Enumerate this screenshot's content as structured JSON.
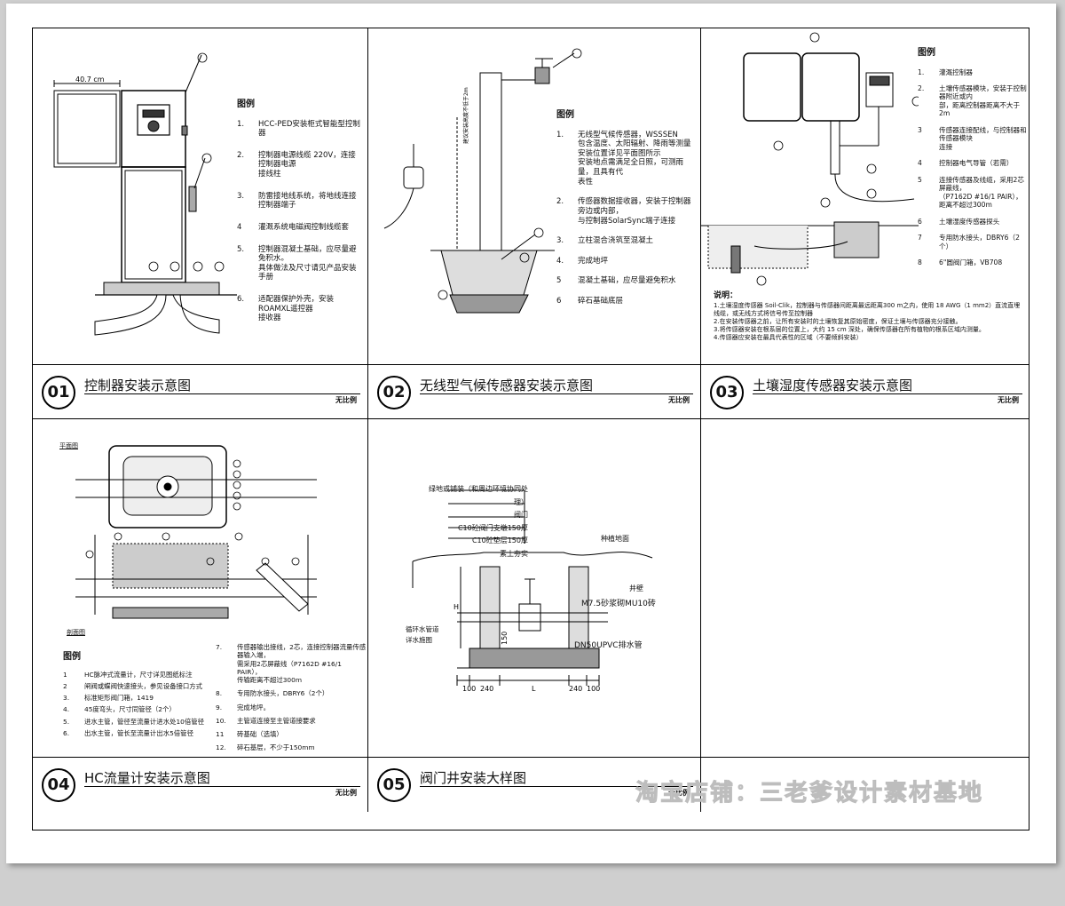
{
  "panels": [
    {
      "id": "01",
      "title": "控制器安装示意图",
      "scale": "无比例"
    },
    {
      "id": "02",
      "title": "无线型气候传感器安装示意图",
      "scale": "无比例"
    },
    {
      "id": "03",
      "title": "土壤湿度传感器安装示意图",
      "scale": "无比例"
    },
    {
      "id": "04",
      "title": "HC流量计安装示意图",
      "scale": "无比例"
    },
    {
      "id": "05",
      "title": "阀门井安装大样图",
      "scale": "无比例"
    }
  ],
  "p1": {
    "dimension": "40.7 cm",
    "legend_title": "图例",
    "items": [
      {
        "n": "1.",
        "t": "HCC-PED安装柜式智能型控制器"
      },
      {
        "n": "2.",
        "t": "控制器电源线缆 220V，连接控制器电源\n接线柱"
      },
      {
        "n": "3.",
        "t": "防雷接地线系统，将地线连接控制器端子"
      },
      {
        "n": "4",
        "t": "灌溉系统电磁阀控制线缆套"
      },
      {
        "n": "5.",
        "t": "控制器混凝土基础，应尽量避免积水。\n具体做法及尺寸请见产品安装手册"
      },
      {
        "n": "6.",
        "t": "适配器保护外壳，安装ROAMXL遥控器\n接收器"
      }
    ]
  },
  "p2": {
    "legend_title": "图例",
    "pole_text": "建议安装高度不低于2m",
    "items": [
      {
        "n": "1.",
        "t": "无线型气候传感器，WSSSEN\n包含温度、太阳辐射、降雨等测量\n安装位置详见平面图所示\n安装地点需满足全日照，可测雨量，且具有代\n表性"
      },
      {
        "n": "2.",
        "t": "传感器数据接收器，安装于控制器旁边或内部，\n与控制器SolarSync端子连接"
      },
      {
        "n": "3.",
        "t": "立柱混合浇筑至混凝土"
      },
      {
        "n": "4.",
        "t": "完成地坪"
      },
      {
        "n": "5",
        "t": "混凝土基础，应尽量避免积水"
      },
      {
        "n": "6",
        "t": "碎石基础底层"
      }
    ]
  },
  "p3": {
    "legend_title": "图例",
    "items": [
      {
        "n": "1.",
        "t": "灌溉控制器"
      },
      {
        "n": "2.",
        "t": "土壤传感器模块，安装于控制器附近或内\n部，距离控制器距离不大于2m"
      },
      {
        "n": "3",
        "t": "传感器连接配线，与控制器和传感器模块\n连接"
      },
      {
        "n": "4",
        "t": "控制器电气导管（若需）"
      },
      {
        "n": "5",
        "t": "连接传感器及线缆，采用2芯屏蔽线，\n（P7162D #16/1 PAIR），\n距离不超过300m"
      },
      {
        "n": "6",
        "t": "土壤湿度传感器探头"
      },
      {
        "n": "7",
        "t": "专用防水接头，DBRY6（2个）"
      },
      {
        "n": "8",
        "t": "6\"圆阀门箱，VB708"
      }
    ],
    "note_title": "说明：",
    "notes": [
      "1.土壤湿度传感器 Soil-Clik，控制器与传感器间距离最远距离300 m之内，使用 18 AWG（1 mm2）直流直埋线缆，或无线方式将信号传至控制器",
      "2.在安装传感器之前，让所有安装时的土壤恢复其原始密度，保证土壤与传感器充分接触。",
      "3.将传感器安装在根系层的位置上，大约 15 cm 深处，确保传感器在所有植物的根系区域内测量。",
      "4.传感器应安装在最具代表性的区域（不要倾斜安装）"
    ]
  },
  "p4": {
    "plan_label": "平面图",
    "section_label": "剖面图",
    "legend_title": "图例",
    "left_items": [
      {
        "n": "1",
        "t": "HC脉冲式流量计，尺寸详见图纸标注"
      },
      {
        "n": "2",
        "t": "闸阀或蝶阀快速接头，参见设备接口方式"
      },
      {
        "n": "3.",
        "t": "标准矩形阀门箱，1419"
      },
      {
        "n": "4.",
        "t": "45度弯头，尺寸同管径（2个）"
      },
      {
        "n": "5.",
        "t": "进水主管，管径至流量计进水处10倍管径"
      },
      {
        "n": "6.",
        "t": "出水主管，管长至流量计出水5倍管径"
      }
    ],
    "right_items": [
      {
        "n": "7.",
        "t": "传感器输出接线，2芯，连接控制器流量传感器输入端，\n需采用2芯屏蔽线（P7162D #16/1 PAIR），\n传输距离不超过300m"
      },
      {
        "n": "8.",
        "t": "专用防水接头，DBRY6（2个）"
      },
      {
        "n": "9.",
        "t": "完成地坪。"
      },
      {
        "n": "10.",
        "t": "主管道连接至主管道接要求"
      },
      {
        "n": "11",
        "t": "砖基础（选填）"
      },
      {
        "n": "12.",
        "t": "碎石基层，不少于150mm"
      }
    ]
  },
  "p5": {
    "labels": [
      "绿地或铺装（和周边环境协同处理）",
      "阀门",
      "C10砼阀门支墩150厚",
      "C10砼垫层150厚",
      "素土夯实"
    ],
    "top_right": "种植地面",
    "wall_label": "井壁",
    "mortar": "M7.5砂浆砌MU10砖",
    "pipe_label": "DN50UPVC排水管",
    "left_pipe": "循环水管道",
    "left_pipe2": "详水施图",
    "dims": [
      "100",
      "240",
      "L",
      "240",
      "100"
    ],
    "h": "H",
    "d150": "150"
  },
  "watermark": "淘宝店铺：三老爹设计素材基地"
}
